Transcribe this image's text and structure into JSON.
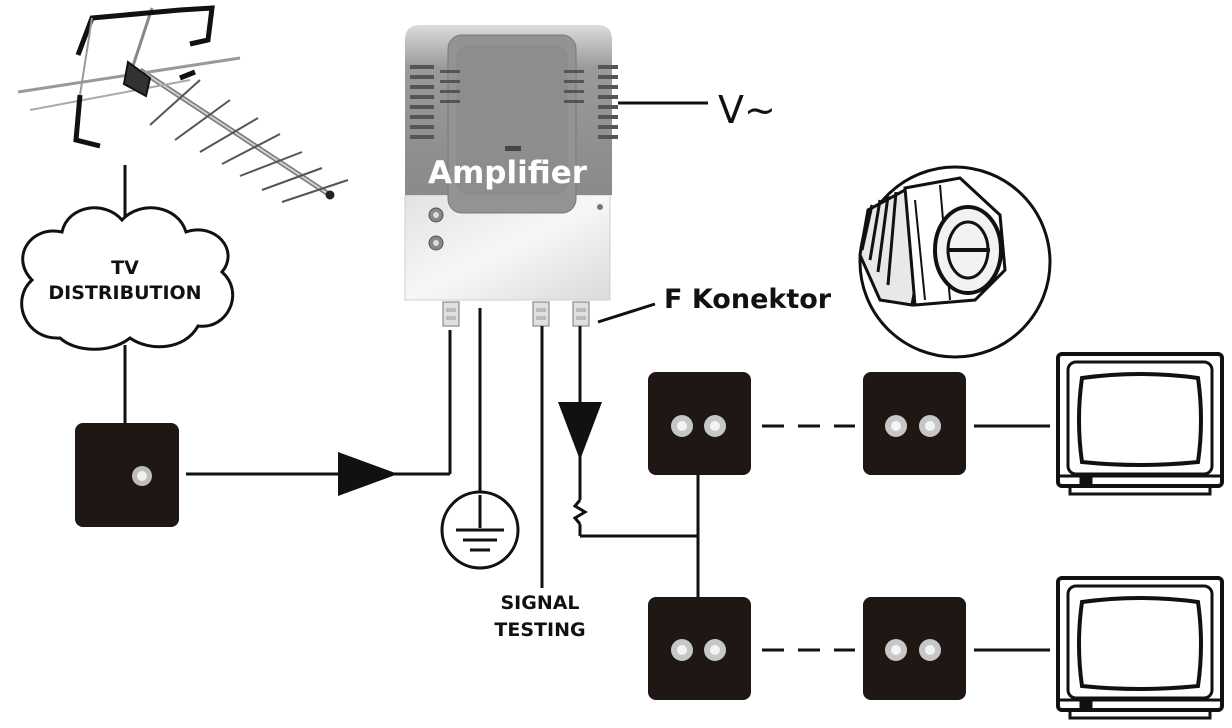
{
  "labels": {
    "amplifier": "Amplifier",
    "voltage": "V~",
    "tv_distribution_line1": "TV",
    "tv_distribution_line2": "DISTRIBUTION",
    "f_connector": "F Konektor",
    "signal_testing_line1": "SIGNAL",
    "signal_testing_line2": "TESTING"
  },
  "icons": {
    "antenna": "yagi-antenna-icon",
    "cloud": "cloud-icon",
    "ground": "ground-symbol-icon",
    "connector": "f-connector-closeup-icon",
    "television": "tv-icon",
    "wall_outlet": "wall-outlet-icon"
  },
  "colors": {
    "line": "#111111",
    "outlet_box": "#1e1714",
    "amplifier_body": "#8c8c8c",
    "amplifier_base": "#ececec"
  }
}
